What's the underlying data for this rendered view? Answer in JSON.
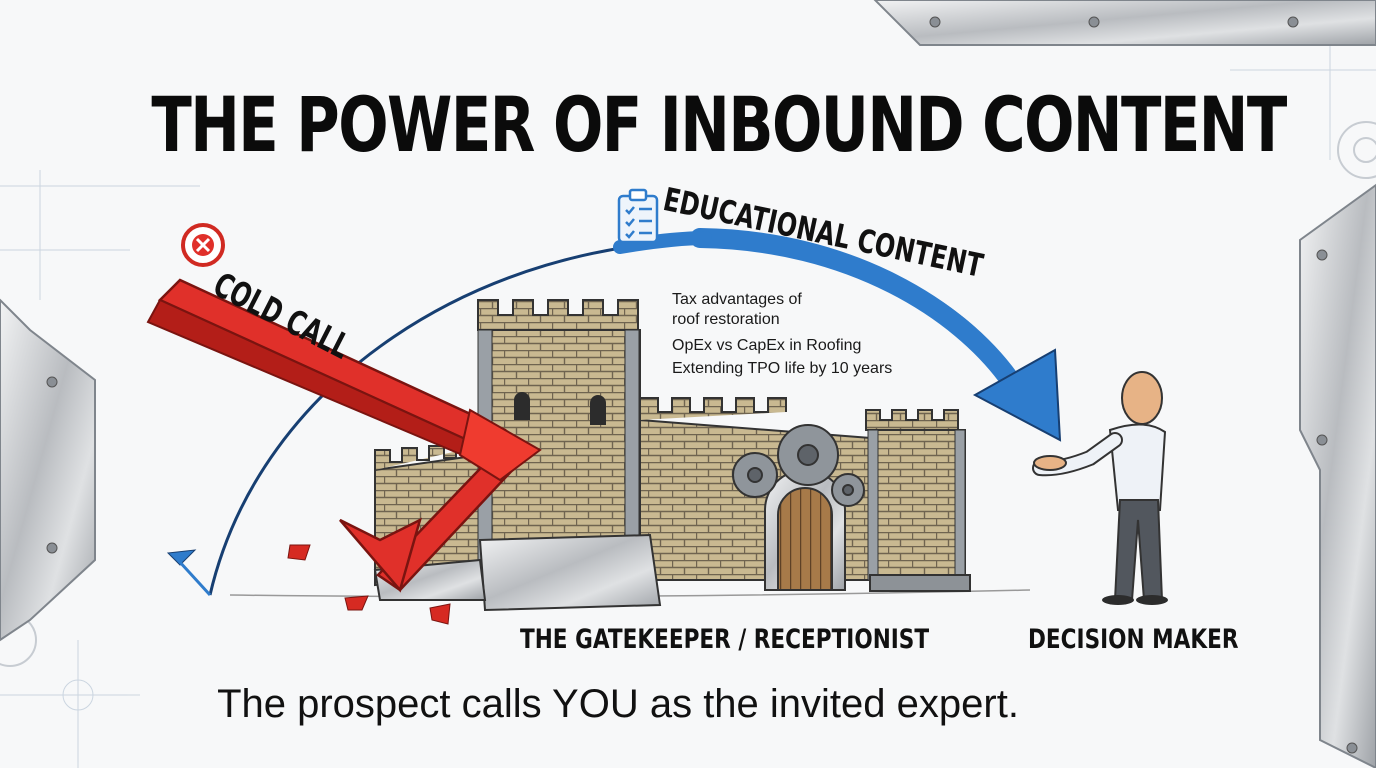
{
  "title": "THE POWER OF INBOUND CONTENT",
  "cold_call": {
    "label": "COLD CALL",
    "color": "#e0302a"
  },
  "educational": {
    "label": "EDUCATIONAL CONTENT",
    "color": "#2f7ccc",
    "topics": [
      "Tax advantages of",
      "roof restoration",
      "OpEx vs CapEx in Roofing",
      "Extending TPO life by 10 years"
    ]
  },
  "gatekeeper": {
    "label": "THE GATEKEEPER / RECEPTIONIST"
  },
  "decision_maker": {
    "label": "DECISION MAKER"
  },
  "tagline": "The prospect calls YOU as the invited expert.",
  "icons": [
    "clipboard-checklist-icon",
    "cross-circle-icon",
    "gear-icon",
    "screw-icon"
  ]
}
